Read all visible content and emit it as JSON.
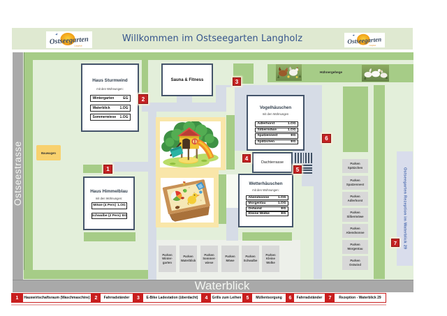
{
  "colors": {
    "header-bg": "#dfe9d1",
    "map-green": "#e3efda",
    "hedge": "#a6cc87",
    "road": "#a9a9a9",
    "path": "#d6dce6",
    "lot": "#edf0ea",
    "spot": "#d8d8d8",
    "lavender": "#d9ddec",
    "yellow": "#f9e6a9",
    "bauwagen-yellow": "#f8d16e",
    "border-navy": "#44546a",
    "marker-red": "#c42323",
    "marker-border": "#8f1414",
    "legend-red": "#c81e1e",
    "title-blue": "#35548c",
    "rezeption-blue": "#4c6cb0"
  },
  "header": {
    "title": "Willkommen im Ostseegarten Langholz",
    "logo_text": "Ostseegarten",
    "logo_sub": "Langholz"
  },
  "roads": {
    "left": "Ostseestrasse",
    "bottom": "Waterblick"
  },
  "map": {
    "bauwagen": "Bauwagen",
    "huehnergehege": "Hühnergehege",
    "rezeption": "Ostseegarten Rezeption im Waterblick 29",
    "dachterrasse": "Dachterrasse"
  },
  "buildings": {
    "sturmwind": {
      "title": "Haus Sturmwind",
      "subtitle": "mit den Wohnungen:",
      "rows": [
        {
          "name": "Wintergarten",
          "floor": "EG"
        },
        {
          "name": "Waterblick",
          "floor": "1.OG"
        },
        {
          "name": "Sommerwiese",
          "floor": "1.OG"
        }
      ]
    },
    "sauna": {
      "title": "Sauna & Fitness"
    },
    "vogelhaeuschen": {
      "title": "Vogelhäuschen",
      "subtitle": "mit den Wohnungen",
      "rows": [
        {
          "name": "Adlerhorst",
          "floor": "1.OG"
        },
        {
          "name": "Silbermöwe",
          "floor": "1.OG"
        },
        {
          "name": "Spatzennest",
          "floor": "EG"
        },
        {
          "name": "Spätzchen",
          "floor": "EG"
        }
      ]
    },
    "himmelblau": {
      "title": "Haus Himmelblau",
      "subtitle": "mit den Wohnungen:",
      "rows": [
        {
          "name": "Möwe (4 Pers)",
          "floor": "1.OG"
        },
        {
          "name": "Schwalbe (2 Pers)",
          "floor": "EG"
        }
      ]
    },
    "wetterhaeuschen": {
      "title": "Wetterhäuschen",
      "subtitle": "mit den Wohnungen:",
      "rows": [
        {
          "name": "Abendsonne",
          "floor": "1.OG"
        },
        {
          "name": "Morgentau",
          "floor": "1.OG"
        },
        {
          "name": "Ostwind",
          "floor": "EG"
        },
        {
          "name": "Kleine Wolke",
          "floor": "EG"
        }
      ]
    }
  },
  "parking_bottom": [
    "Parken\nWinter-\ngarten",
    "Parken\nWaterblick",
    "Parken\nSommer-\nwiese",
    "Parken\nMöwe",
    "Parken\nSchwalbe",
    "Parken\nKleine\nWolke"
  ],
  "parking_right": [
    "Parken\nSpätzchen",
    "Parken\nSpatzennest",
    "Parken\nAdlerhorst",
    "Parken\nSilbermöwe",
    "Parken\nAbendsonne",
    "Parken\nMorgentau",
    "Parken\nOstwind"
  ],
  "markers": {
    "m1": "1",
    "m2": "2",
    "m3": "3",
    "m4": "4",
    "m5": "5",
    "m6": "6",
    "m7": "7"
  },
  "legend": {
    "items": [
      {
        "num": "1",
        "label": "Hauswirtschaftsraum (Waschmaschine)"
      },
      {
        "num": "2",
        "label": "Fahrradständer"
      },
      {
        "num": "3",
        "label": "E-Bike Ladestation (überdacht)"
      },
      {
        "num": "4",
        "label": "Grills zum Leihen"
      },
      {
        "num": "5",
        "label": "Müllentsorgung"
      },
      {
        "num": "6",
        "label": "Fahrradständer"
      },
      {
        "num": "7",
        "label": "Rezeption - Waterblick 29"
      }
    ]
  }
}
